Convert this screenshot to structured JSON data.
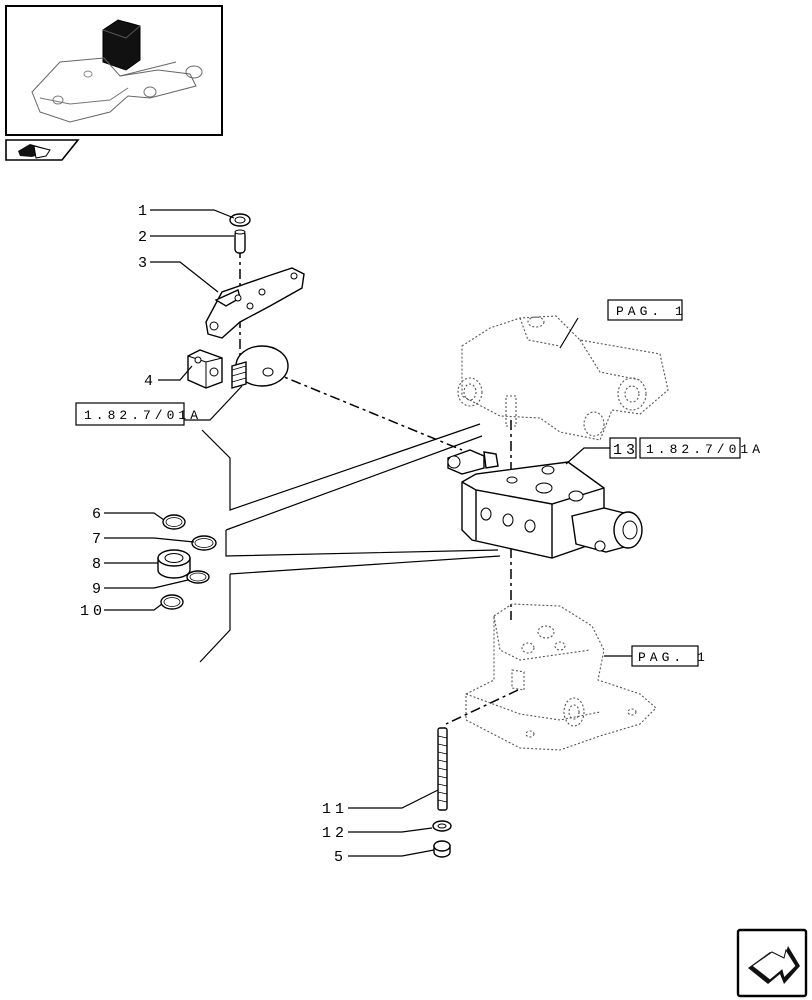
{
  "callouts": {
    "c1": "1",
    "c2": "2",
    "c3": "3",
    "c4": "4",
    "c5": "5",
    "c6": "6",
    "c7": "7",
    "c8": "8",
    "c9": "9",
    "c10": "10",
    "c11": "11",
    "c12": "12",
    "c13": "13"
  },
  "references": {
    "pag_top": "PAG. 1",
    "pag_bottom": "PAG. 1",
    "ref_left": "1.82.7/01A",
    "ref_right": "1.82.7/01A"
  },
  "icons": {
    "thumbnail": "assembly-thumbnail-icon",
    "section": "section-tab-icon",
    "next_page": "next-page-arrow-icon"
  }
}
